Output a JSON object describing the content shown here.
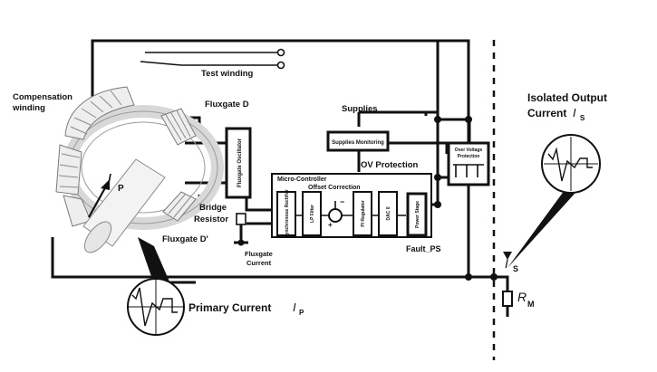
{
  "labels": {
    "compensation_winding_1": "Compensation",
    "compensation_winding_2": "winding",
    "test_winding": "Test winding",
    "fluxgate_d": "Fluxgate D",
    "fluxgate_d_prime": "Fluxgate D'",
    "bridge_resistor_1": "Bridge",
    "bridge_resistor_2": "Resistor",
    "fluxgate_current_1": "Fluxgate",
    "fluxgate_current_2": "Current",
    "supplies": "Supplies",
    "ov_protection": "OV Protection",
    "micro_controller": "Micro-Controller",
    "offset_correction": "Offset Correction",
    "fault_ps": "Fault_PS",
    "isolated_output_1": "Isolated Output",
    "isolated_output_2": "Current",
    "primary_current": "Primary Current",
    "ip_symbol": "I",
    "ip_sub": "P",
    "is_symbol": "I",
    "is_sub": "S",
    "rm_symbol": "R",
    "rm_sub": "M"
  },
  "blocks": {
    "fluxgate_oscillator": "Fluxgate Oscillator",
    "supplies_monitoring": "Supplies Monitoring",
    "over_voltage_1": "Over Voltage",
    "over_voltage_2": "Protection",
    "sync_rectifier": "Synchronous Rectifier",
    "lp_filter": "LP Filter",
    "pi_regulator": "PI Regulator",
    "dac": "DAC 0",
    "power_stage": "Power Stage",
    "sum_plus": "+",
    "sum_minus": "−"
  }
}
